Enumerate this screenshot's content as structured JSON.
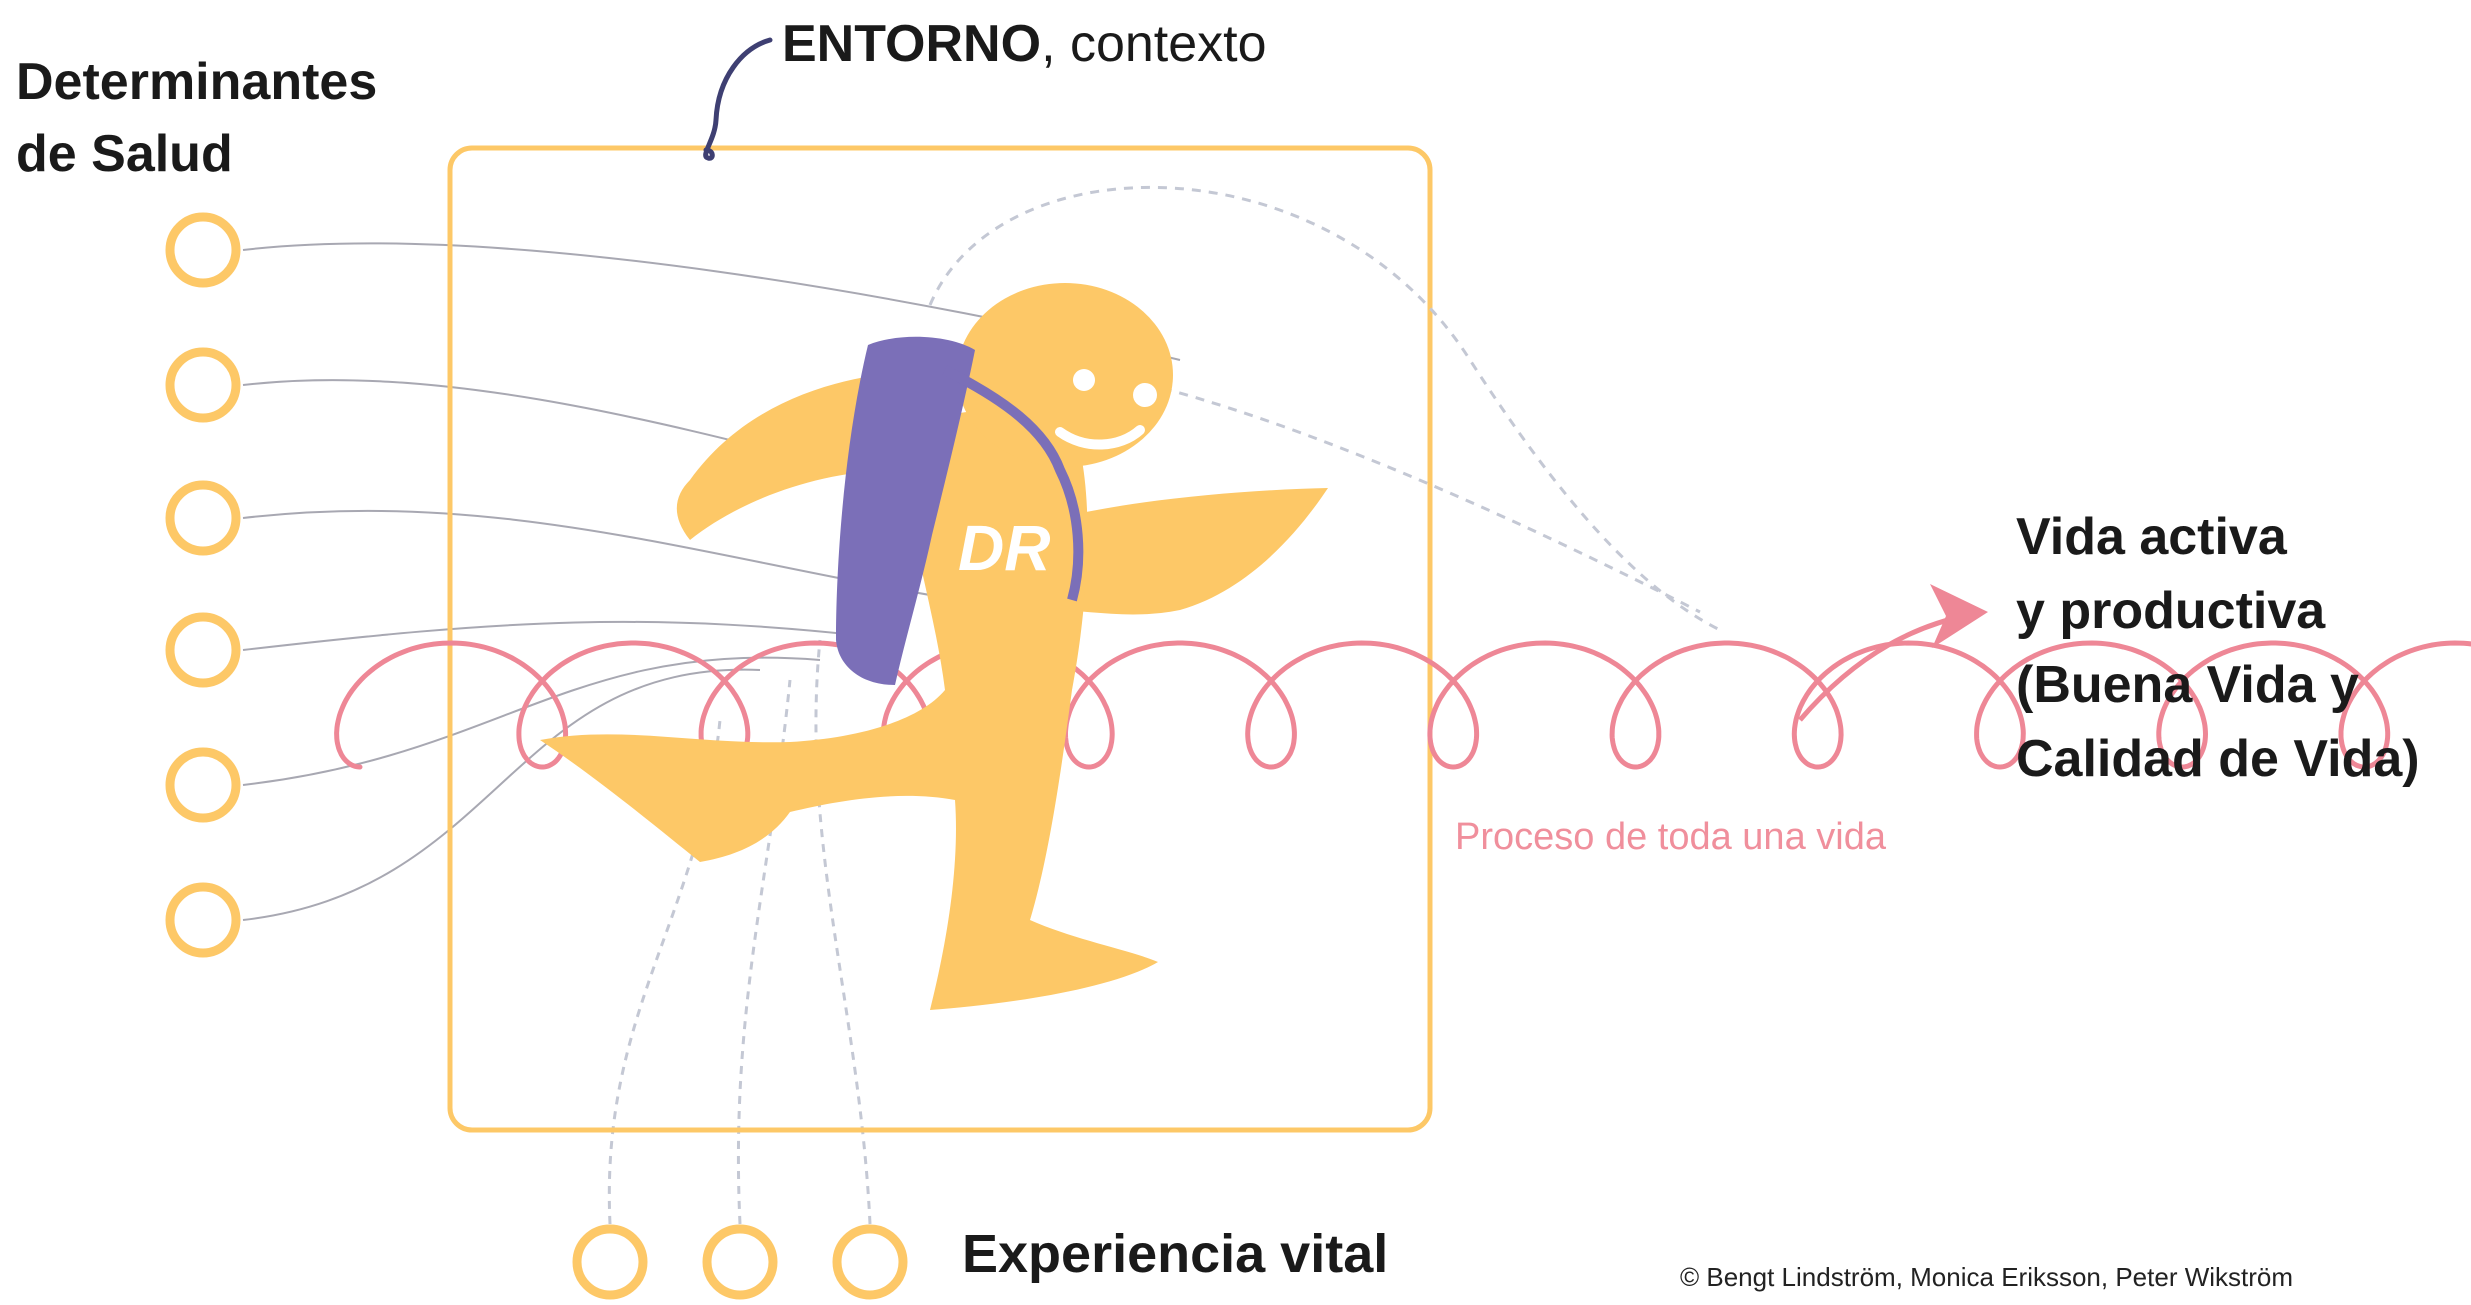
{
  "determinants": {
    "title_line1": "Determinantes",
    "title_line2": "de Salud",
    "circle_count": 6
  },
  "environment": {
    "bold": "ENTORNO",
    "rest": ", contexto"
  },
  "figure": {
    "backpack_text": "DR"
  },
  "outcome": {
    "line1": "Vida activa",
    "line2": "y productiva",
    "line3": "(Buena Vida y",
    "line4": "Calidad de Vida)"
  },
  "process_label": "Proceso de toda una vida",
  "life_experience": {
    "label": "Experiencia vital",
    "circle_count": 3
  },
  "copyright": "© Bengt Lindström, Monica Eriksson, Peter Wikström",
  "colors": {
    "orange": "#fdc867",
    "pink": "#ee8796",
    "purple": "#7b6fb8",
    "navy": "#3e3f72",
    "gray": "#a8a8b2"
  }
}
